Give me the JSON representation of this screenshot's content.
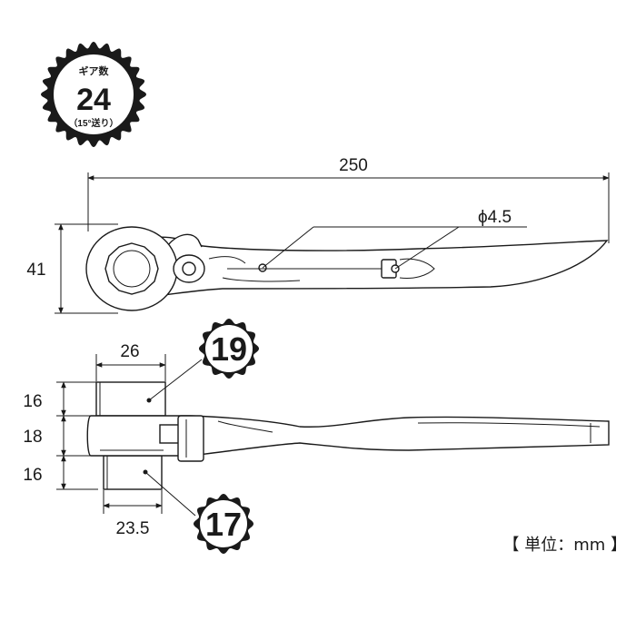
{
  "gear_badge": {
    "heading": "ギア数",
    "count": "24",
    "note": "（15°送り）"
  },
  "dimensions": {
    "total_length": "250",
    "hole_diameter": "ϕ4.5",
    "head_width": "41",
    "socket_top_width": "26",
    "socket_top_height": "16",
    "head_thickness": "18",
    "socket_bottom_height": "16",
    "socket_bottom_width": "23.5"
  },
  "socket_sizes": {
    "top": "19",
    "bottom": "17"
  },
  "unit_label": "【 単位：mm 】"
}
